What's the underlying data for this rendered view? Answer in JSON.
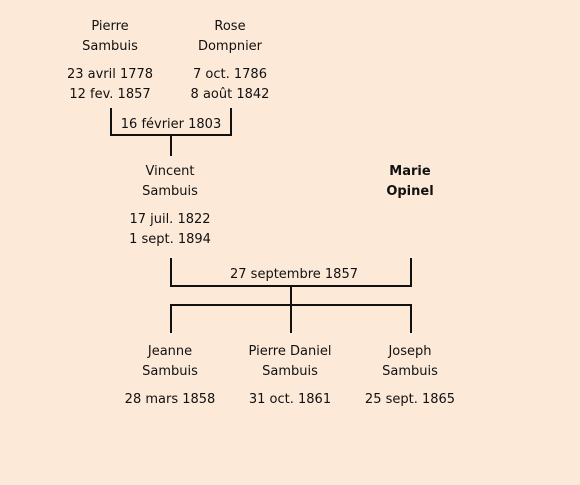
{
  "generation1": {
    "father": {
      "first_name": "Pierre",
      "last_name": "Sambuis",
      "birth": "23 avril 1778",
      "death": "12 fev. 1857"
    },
    "mother": {
      "first_name": "Rose",
      "last_name": "Dompnier",
      "birth": "7 oct. 1786",
      "death": "8 août 1842"
    },
    "marriage_date": "16 février 1803"
  },
  "generation2": {
    "husband": {
      "first_name": "Vincent",
      "last_name": "Sambuis",
      "birth": "17 juil. 1822",
      "death": "1 sept. 1894"
    },
    "wife": {
      "first_name": "Marie",
      "last_name": "Opinel"
    },
    "marriage_date": "27 septembre 1857"
  },
  "children": [
    {
      "first_name": "Jeanne",
      "last_name": "Sambuis",
      "birth": "28 mars 1858"
    },
    {
      "first_name": "Pierre Daniel",
      "last_name": "Sambuis",
      "birth": "31 oct. 1861"
    },
    {
      "first_name": "Joseph",
      "last_name": "Sambuis",
      "birth": "25 sept. 1865"
    }
  ]
}
